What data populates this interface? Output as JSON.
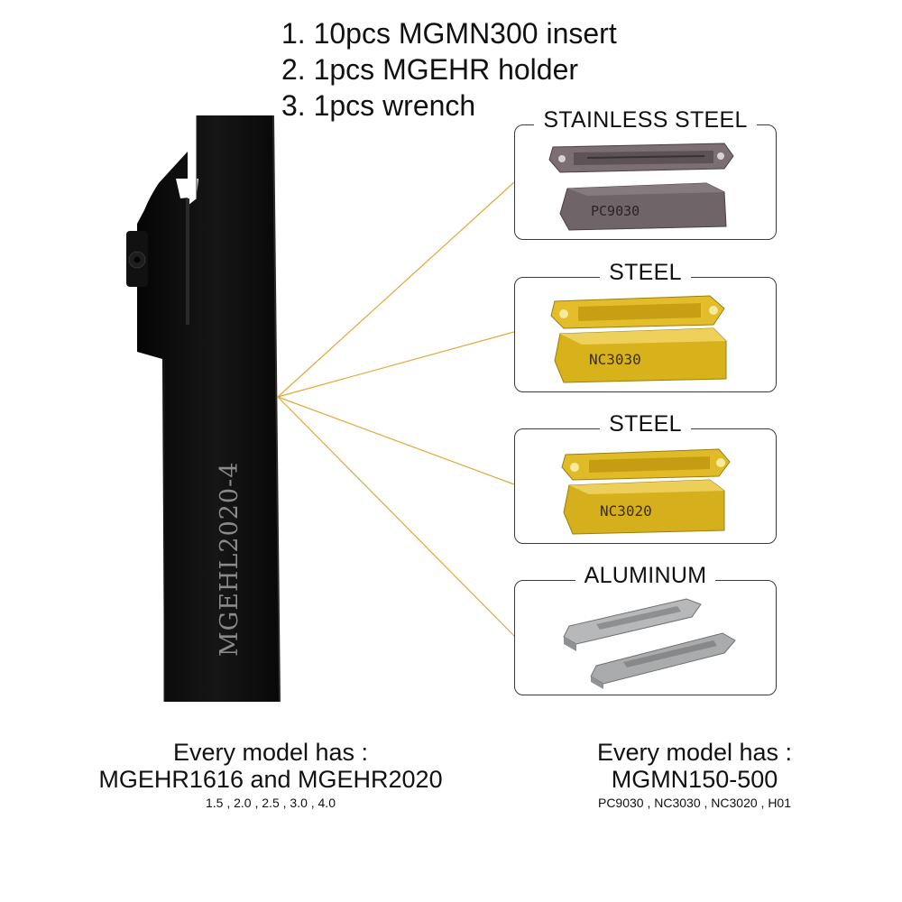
{
  "package_list": [
    "1. 10pcs  MGMN300 insert",
    "2. 1pcs  MGEHR holder",
    "3. 1pcs wrench"
  ],
  "holder": {
    "engraving": "MGEHL2020-4",
    "color": "#0c0c0c"
  },
  "panels": [
    {
      "title": "STAINLESS STEEL",
      "insert_marking": "PC9030",
      "insert_color": "#6f6468"
    },
    {
      "title": "STEEL",
      "insert_marking": "NC3030",
      "insert_color": "#d8b21a"
    },
    {
      "title": "STEEL",
      "insert_marking": "NC3020",
      "insert_color": "#d6b01c"
    },
    {
      "title": "ALUMINUM",
      "insert_marking": "",
      "insert_color": "#a9abad"
    }
  ],
  "left_caption": {
    "line1": "Every model has :",
    "line2": "MGEHR1616  and  MGEHR2020",
    "line3": "1.5 , 2.0 , 2.5 , 3.0 , 4.0"
  },
  "right_caption": {
    "line1": "Every model has :",
    "line2": "MGMN150-500",
    "line3": "PC9030 , NC3030 ,  NC3020 , H01"
  },
  "connector_color": "#e0a93a"
}
